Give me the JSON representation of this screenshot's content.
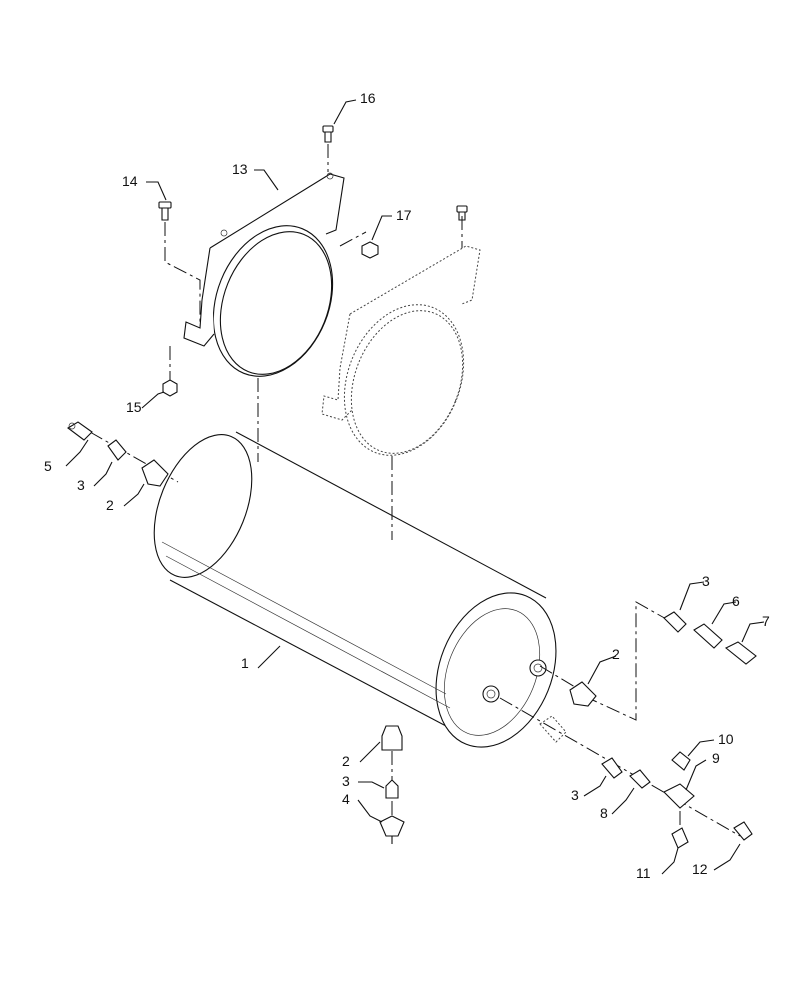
{
  "callouts": {
    "c1": "1",
    "c2a": "2",
    "c2b": "2",
    "c2c": "2",
    "c3a": "3",
    "c3b": "3",
    "c3c": "3",
    "c3d": "3",
    "c4": "4",
    "c5": "5",
    "c6": "6",
    "c7": "7",
    "c8": "8",
    "c9": "9",
    "c10": "10",
    "c11": "11",
    "c12": "12",
    "c13": "13",
    "c14": "14",
    "c15": "15",
    "c16": "16",
    "c17": "17"
  }
}
